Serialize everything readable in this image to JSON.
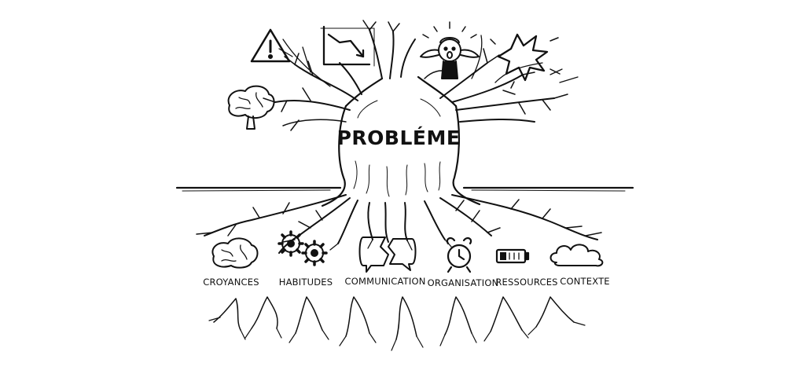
{
  "diagram": {
    "title": "PROBLÉME",
    "root_labels": [
      "CROYANCES",
      "HABITUDES",
      "COMMUNICATION",
      "ORGANISATION",
      "RESSOURCES",
      "CONTEXTE"
    ],
    "branch_icons": [
      "warning-icon",
      "declining-chart-icon",
      "stressed-person-icon",
      "explosion-icon",
      "brain-icon"
    ],
    "root_icons": [
      "brain-icon",
      "gears-icon",
      "broken-speech-bubbles-icon",
      "alarm-clock-icon",
      "low-battery-icon",
      "cloud-icon"
    ],
    "colors": {
      "ink": "#111111",
      "background": "#ffffff"
    }
  }
}
